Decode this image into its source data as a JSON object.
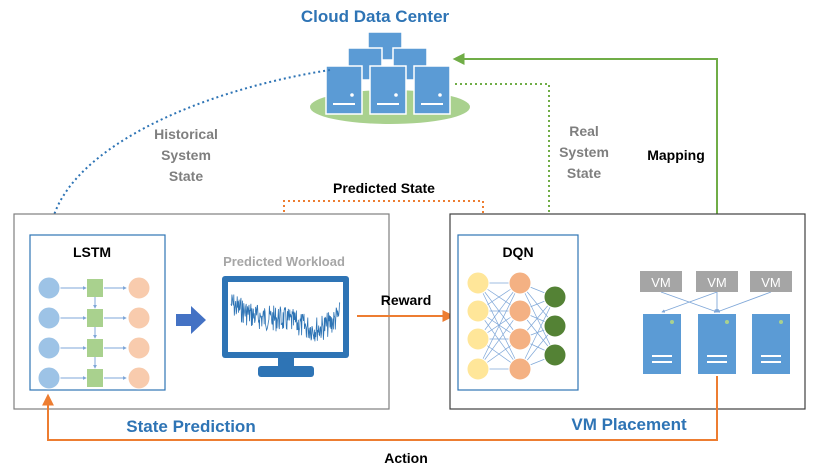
{
  "title": "Cloud Data Center",
  "labels": {
    "historical_line1": "Historical",
    "historical_line2": "System",
    "historical_line3": "State",
    "real_line1": "Real",
    "real_line2": "System",
    "real_line3": "State",
    "mapping": "Mapping",
    "predicted_state": "Predicted State",
    "reward": "Reward",
    "action": "Action"
  },
  "state_prediction": {
    "title": "State Prediction",
    "lstm_label": "LSTM",
    "workload_label": "Predicted Workload"
  },
  "vm_placement": {
    "title": "VM Placement",
    "dqn_label": "DQN",
    "vms": [
      "VM",
      "VM",
      "VM"
    ]
  },
  "colors": {
    "title_blue": "#2e74b5",
    "server_blue": "#5b9bd5",
    "ellipse_green": "#a9d18e",
    "orange_arrow": "#ed7d31",
    "green_arrow": "#70ad47",
    "dotted_blue": "#2e74b5",
    "lstm_in": "#9dc3e6",
    "lstm_gate": "#a9d18e",
    "lstm_out": "#f8cbad",
    "dqn_in": "#ffe699",
    "dqn_hidden": "#f4b183",
    "dqn_out": "#548235",
    "vm_gray": "#a5a5a5"
  }
}
